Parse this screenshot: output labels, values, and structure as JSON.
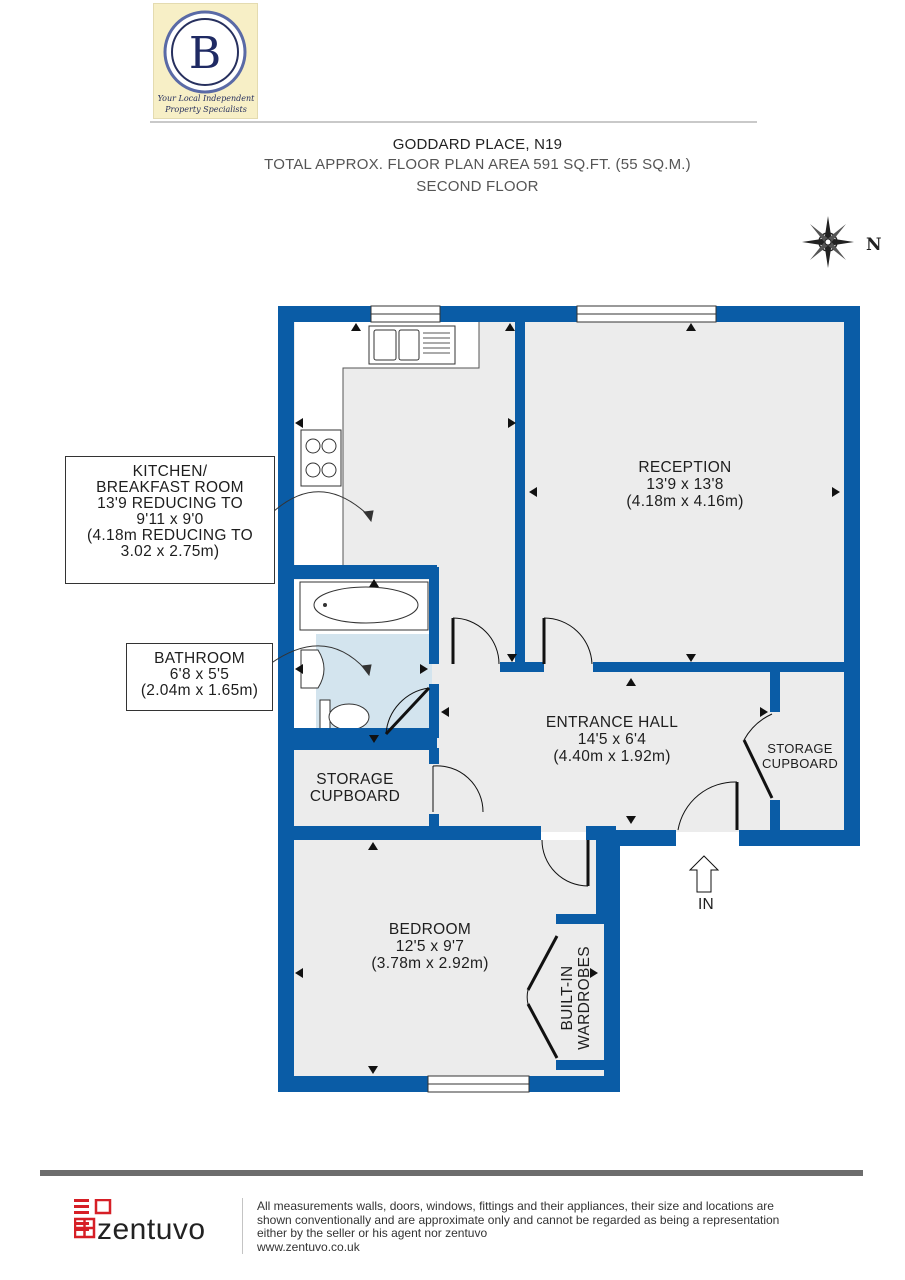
{
  "logo": {
    "letter": "B",
    "tagline_1": "Your Local Independent",
    "tagline_2": "Property Specialists"
  },
  "header": {
    "address": "GODDARD PLACE, N19",
    "area": "TOTAL APPROX. FLOOR PLAN AREA  591 SQ.FT. (55 SQ.M.)",
    "floor": "SECOND FLOOR"
  },
  "compass": {
    "label": "N"
  },
  "rooms": {
    "kitchen": {
      "lines": [
        "KITCHEN/",
        "BREAKFAST ROOM",
        "13'9 REDUCING TO",
        "9'11 x 9'0",
        "(4.18m REDUCING TO",
        "3.02 x 2.75m)"
      ]
    },
    "bathroom": {
      "lines": [
        "BATHROOM",
        "6'8 x 5'5",
        "(2.04m x 1.65m)"
      ]
    },
    "reception": {
      "name": "RECEPTION",
      "imperial": "13'9 x 13'8",
      "metric": "(4.18m x 4.16m)"
    },
    "hall": {
      "name": "ENTRANCE HALL",
      "imperial": "14'5 x 6'4",
      "metric": "(4.40m x 1.92m)"
    },
    "storage_left": {
      "line1": "STORAGE",
      "line2": "CUPBOARD"
    },
    "storage_right": {
      "line1": "STORAGE",
      "line2": "CUPBOARD"
    },
    "bedroom": {
      "name": "BEDROOM",
      "imperial": "12'5 x 9'7",
      "metric": "(3.78m x 2.92m)"
    },
    "wardrobes": {
      "line1": "BUILT-IN",
      "line2": "WARDROBES"
    }
  },
  "entrance": {
    "label": "IN"
  },
  "colors": {
    "wall": "#0a5ca6",
    "bathroom_floor": "#d3e4ee",
    "floor": "#ececec"
  },
  "footer": {
    "brand": "zentuvo",
    "disclaimer_lines": [
      "All measurements walls, doors, windows, fittings and their appliances, their size and locations are",
      "shown conventionally and are approximate only and cannot be regarded as being a representation",
      "either by the seller or his agent nor zentuvo",
      "www.zentuvo.co.uk"
    ]
  }
}
